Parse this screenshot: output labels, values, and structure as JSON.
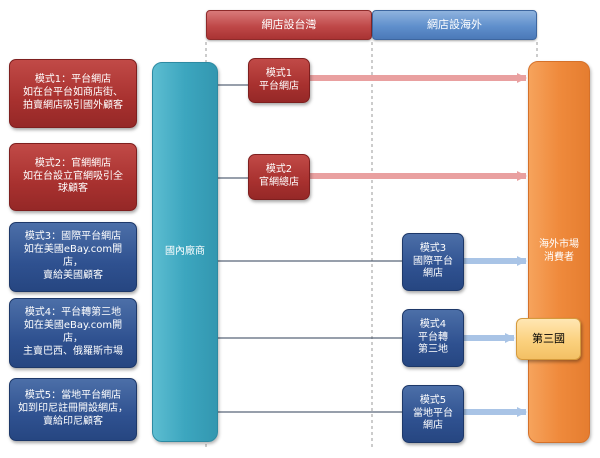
{
  "headers": {
    "taiwan": "網店設台灣",
    "overseas": "網店設海外"
  },
  "modes": [
    {
      "desc": "模式1：平台網店\n如在台平台如商店街、\n拍賣網店吸引國外顧客",
      "box": "模式1\n平台網店",
      "color": "red"
    },
    {
      "desc": "模式2：官網網店\n如在台設立官網吸引全\n球顧客",
      "box": "模式2\n官網總店",
      "color": "red"
    },
    {
      "desc": "模式3：國際平台網店\n如在美國eBay.com開店，\n賣給美國顧客",
      "box": "模式3\n國際平台\n網店",
      "color": "blue"
    },
    {
      "desc": "模式4：平台轉第三地\n如在美國eBay.com開店，\n主賣巴西、俄羅斯市場",
      "box": "模式4\n平台轉\n第三地",
      "color": "blue"
    },
    {
      "desc": "模式5：當地平台網店\n如到印尼註冊開設網店，\n賣給印尼顧客",
      "box": "模式5\n當地平台\n網店",
      "color": "blue"
    }
  ],
  "domestic_label": "國內廠商",
  "overseas_label": "海外市場\n消費者",
  "third_country_label": "第三國",
  "colors": {
    "red": "#a8312f",
    "blue": "#2f5190",
    "pink_arrow": "#e9a0a0",
    "blue_arrow": "#a9c4e6",
    "domestic": "#3ca6bf",
    "overseas": "#ef8a3c"
  }
}
